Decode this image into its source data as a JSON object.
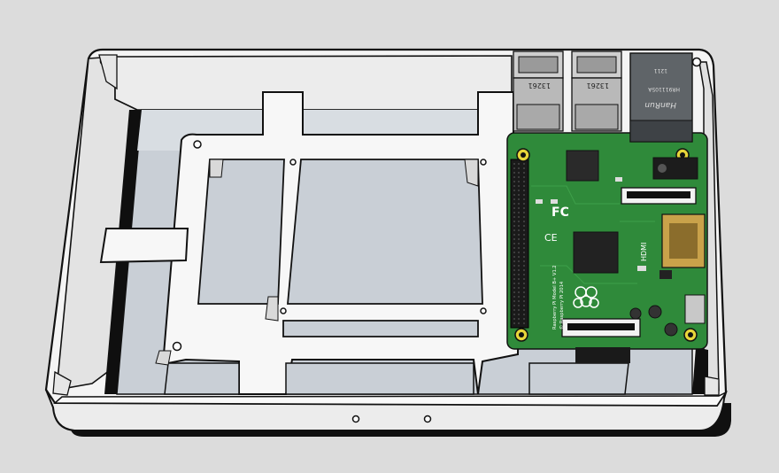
{
  "scene": {
    "subject": "3D render of a Raspberry Pi in a case with a mounting bracket",
    "colors": {
      "background": "#dcdcdc",
      "case_white": "#f4f4f4",
      "case_shade": "#e2e2e2",
      "case_inner_floor": "#c9cfd6",
      "outline": "#111111",
      "pcb_green": "#2f8a3a",
      "pcb_dark": "#1f5f28",
      "chip": "#2a2a2a",
      "usb_silver": "#b9b9b9",
      "ethernet_gray": "#5f6468",
      "hdmi_gold": "#c9a24a",
      "mount_hole_gold": "#e7d63a"
    }
  },
  "board_labels": {
    "usb_left": "13261",
    "usb_right": "13261",
    "ethernet_brand": "HanRun",
    "ethernet_model": "HR911105A",
    "ethernet_code": "1211",
    "fc_mark": "FC",
    "ce_mark": "CE",
    "hdmi": "HDMI",
    "board_model": "Raspberry Pi Model B+ V1.2",
    "copyright": "© Raspberry Pi 2014"
  }
}
